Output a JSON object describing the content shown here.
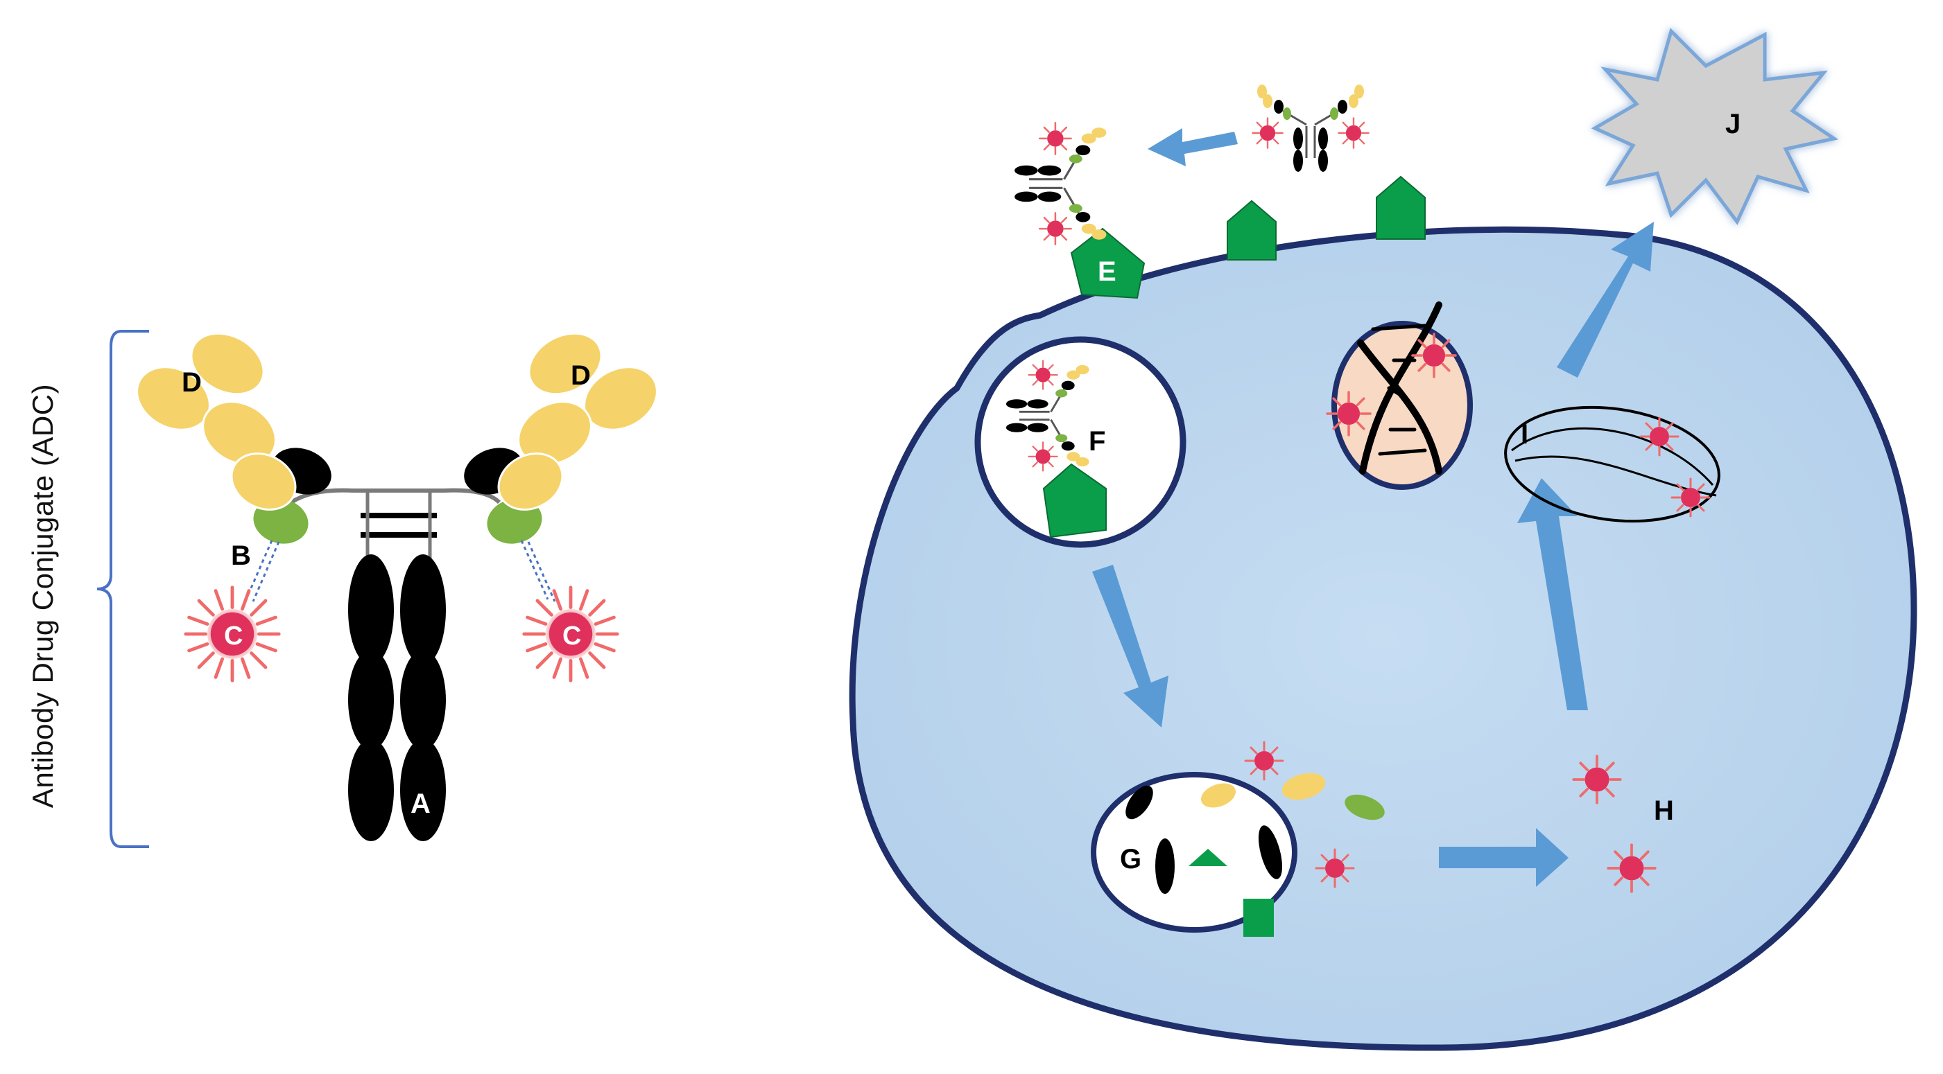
{
  "title": "Antibody Drug Conjugate (ADC)",
  "labels": {
    "a": "A",
    "b": "B",
    "c": "C",
    "d": "D",
    "e": "E",
    "f": "F",
    "g": "G",
    "h": "H",
    "i": "I",
    "j": "J"
  },
  "colors": {
    "cell": "#bdd7ee",
    "cell_border": "#1f2f6b",
    "receptor": "#0b9e4a",
    "light_chain": "#f5d36a",
    "linker_domain": "#7cb342",
    "antibody": "#000000",
    "payload": "#e0315c",
    "arrow": "#5b9bd5",
    "nucleus": "#f7d9c4",
    "debris": "#d0d0d0",
    "bracket": "#4a72c4"
  }
}
